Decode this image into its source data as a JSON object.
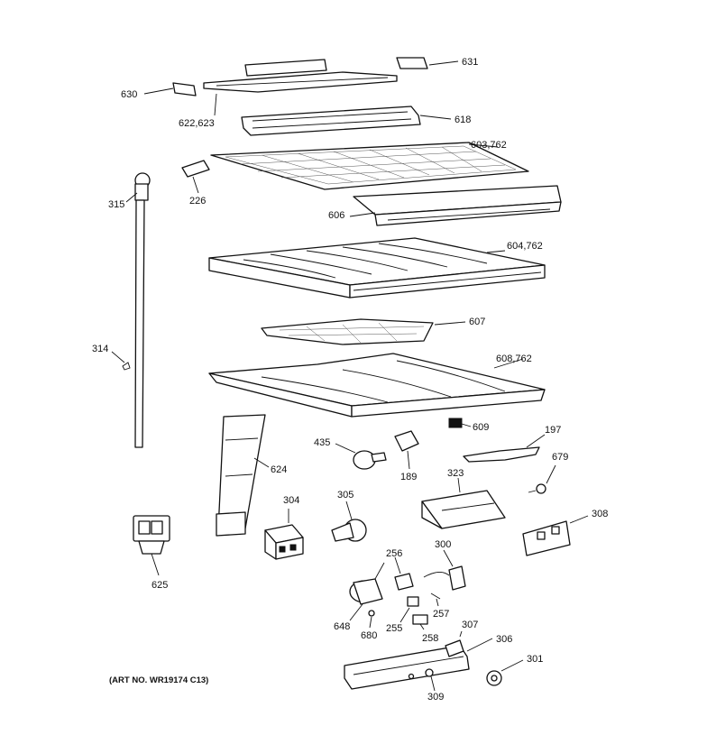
{
  "labels": {
    "l631": "631",
    "l630": "630",
    "l622": "622,623",
    "l618": "618",
    "l603": "603,762",
    "l315": "315",
    "l226": "226",
    "l606": "606",
    "l604": "604,762",
    "l314": "314",
    "l607": "607",
    "l608": "608,762",
    "l609": "609",
    "l197": "197",
    "l435": "435",
    "l189": "189",
    "l624": "624",
    "l323": "323",
    "l679": "679",
    "l304": "304",
    "l305": "305",
    "l308": "308",
    "l625": "625",
    "l256": "256",
    "l300": "300",
    "l257": "257",
    "l648": "648",
    "l680": "680",
    "l255": "255",
    "l258": "258",
    "l307": "307",
    "l306": "306",
    "l301": "301",
    "l309": "309"
  },
  "art_number": "(ART NO. WR19174 C13)"
}
